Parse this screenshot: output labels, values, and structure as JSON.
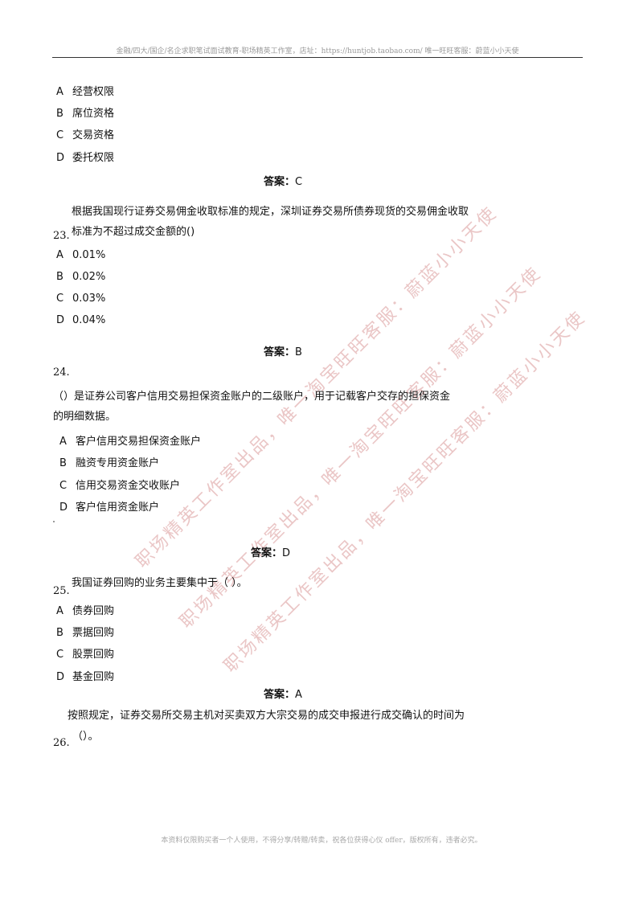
{
  "header": "金融/四大/国企/名企求职笔试面试教育-职场精英工作室，店址：https://huntjob.taobao.com/  唯一旺旺客服：蔚蓝小小天使",
  "footer": "本资料仅限购买者一个人使用，不得分享/转赠/转卖，祝各位获得心仪 offer，版权所有，违者必究。",
  "watermark": "职场精英工作室出品，唯一淘宝旺旺客服：蔚蓝小小天使",
  "q22": {
    "options": [
      {
        "letter": "A",
        "text": "经营权限"
      },
      {
        "letter": "B",
        "text": "席位资格"
      },
      {
        "letter": "C",
        "text": "交易资格"
      },
      {
        "letter": "D",
        "text": "委托权限"
      }
    ],
    "answer_label": "答案：",
    "answer": "C"
  },
  "q23": {
    "number": "23.",
    "stem_line1": "根据我国现行证券交易佣金收取标准的规定，深圳证券交易所债券现货的交易佣金收取",
    "stem_line2": "标准为不超过成交金额的()",
    "options": [
      {
        "letter": "A",
        "text": "0.01%"
      },
      {
        "letter": "B",
        "text": "0.02%"
      },
      {
        "letter": "C",
        "text": "0.03%"
      },
      {
        "letter": "D",
        "text": "0.04%"
      }
    ],
    "answer_label": "答案：",
    "answer": "B"
  },
  "q24": {
    "number": "24.",
    "stem_line1": "（）是证券公司客户信用交易担保资金账户的二级账户，用于记载客户交存的担保资金",
    "stem_line2": "的明细数据。",
    "options": [
      {
        "letter": "A",
        "text": "客户信用交易担保资金账户"
      },
      {
        "letter": "B",
        "text": "融资专用资金账户"
      },
      {
        "letter": "C",
        "text": "信用交易资金交收账户"
      },
      {
        "letter": "D",
        "text": "客户信用资金账户"
      }
    ],
    "answer_label": "答案：",
    "answer": "D"
  },
  "q25": {
    "number": "25.",
    "stem_line1": "我国证券回购的业务主要集中于（ ）。",
    "options": [
      {
        "letter": "A",
        "text": "债券回购"
      },
      {
        "letter": "B",
        "text": "票据回购"
      },
      {
        "letter": "C",
        "text": "股票回购"
      },
      {
        "letter": "D",
        "text": "基金回购"
      }
    ],
    "answer_label": "答案：",
    "answer": "A"
  },
  "q26": {
    "number": "26.",
    "stem_line1": "按照规定，证券交易所交易主机对买卖双方大宗交易的成交申报进行成交确认的时间为",
    "stem_line2": "（）。"
  }
}
